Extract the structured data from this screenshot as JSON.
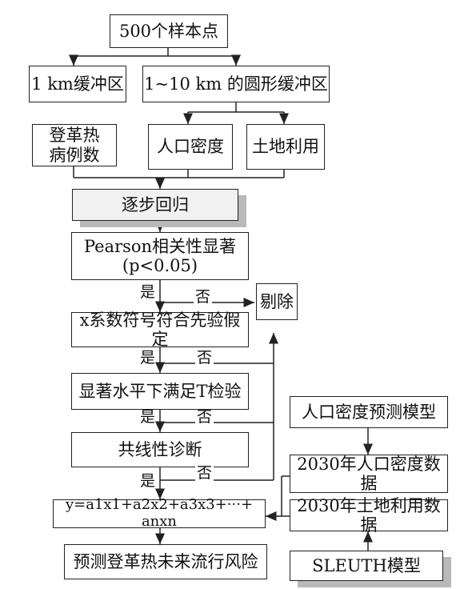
{
  "nodes": {
    "samples": "500个样本点",
    "buffer1": "1 km缓冲区",
    "buffer2": "1~10 km 的圆形缓冲区",
    "dengue_line1": "登革热",
    "dengue_line2": "病例数",
    "pop_density": "人口密度",
    "land_use": "土地利用",
    "stepwise": "逐步回归",
    "pearson_line1": "Pearson相关性显著",
    "pearson_line2": "(p<0.05)",
    "remove": "剔除",
    "coef_sign": "x系数符号符合先验假定",
    "t_test": "显著水平下满足T检验",
    "collinearity": "共线性诊断",
    "formula": "y=a1x1+a2x2+a3x3+···+ anxn",
    "predict": "预测登革热未来流行风险",
    "pop_model": "人口密度预测模型",
    "pop_2030": "2030年人口密度数据",
    "land_2030": "2030年土地利用数据",
    "sleuth": "SLEUTH模型"
  },
  "labels": {
    "yes": "是",
    "no": "否"
  }
}
